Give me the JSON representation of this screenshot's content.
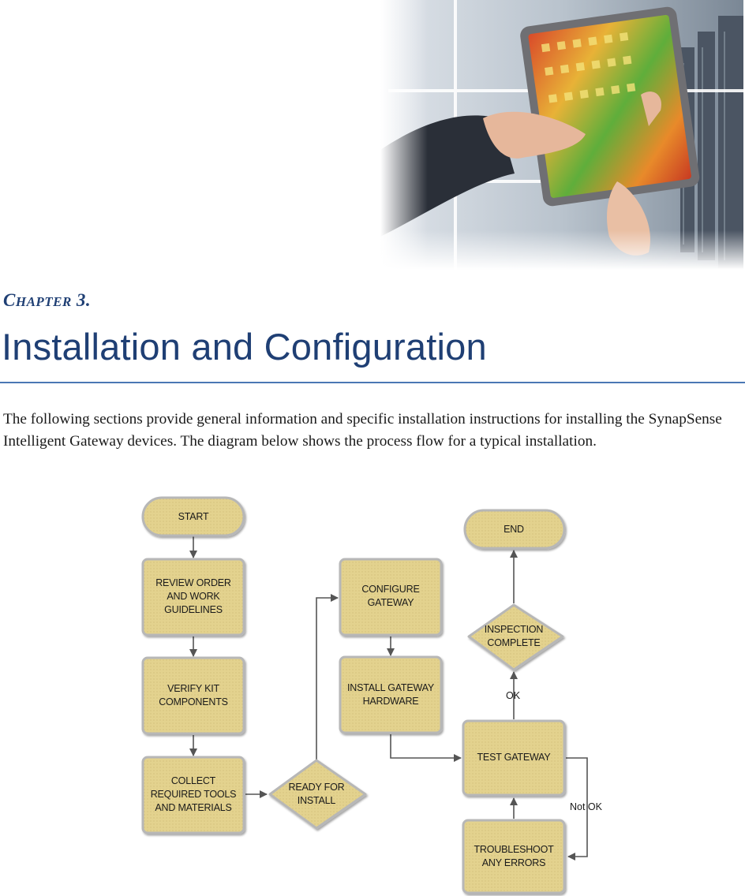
{
  "header": {
    "image_alt": "Hands holding a tablet showing a colorful data center heat map in front of server racks"
  },
  "chapter": {
    "label_initial": "C",
    "label_rest": "HAPTER",
    "number": "3."
  },
  "title": "Installation and Configuration",
  "intro": "The following sections provide general information and specific installation instructions for installing the SynapSense Intelligent Gateway devices. The diagram below shows the process flow for a typical installation.",
  "flowchart": {
    "nodes": {
      "start": [
        "START"
      ],
      "review": [
        "REVIEW ORDER",
        "AND WORK",
        "GUIDELINES"
      ],
      "verify": [
        "VERIFY KIT",
        "COMPONENTS"
      ],
      "collect": [
        "COLLECT",
        "REQUIRED TOOLS",
        "AND MATERIALS"
      ],
      "ready": [
        "READY FOR",
        "INSTALL"
      ],
      "configure": [
        "CONFIGURE",
        "GATEWAY"
      ],
      "install": [
        "INSTALL GATEWAY",
        "HARDWARE"
      ],
      "test": [
        "TEST GATEWAY"
      ],
      "troubleshoot": [
        "TROUBLESHOOT",
        "ANY ERRORS"
      ],
      "inspection": [
        "INSPECTION",
        "COMPLETE"
      ],
      "end": [
        "END"
      ]
    },
    "edge_labels": {
      "ok": "OK",
      "not_ok": "Not OK"
    },
    "colors": {
      "node_fill": "#e3d28e",
      "node_stroke": "#b7b7b7",
      "arrow": "#555555"
    }
  }
}
